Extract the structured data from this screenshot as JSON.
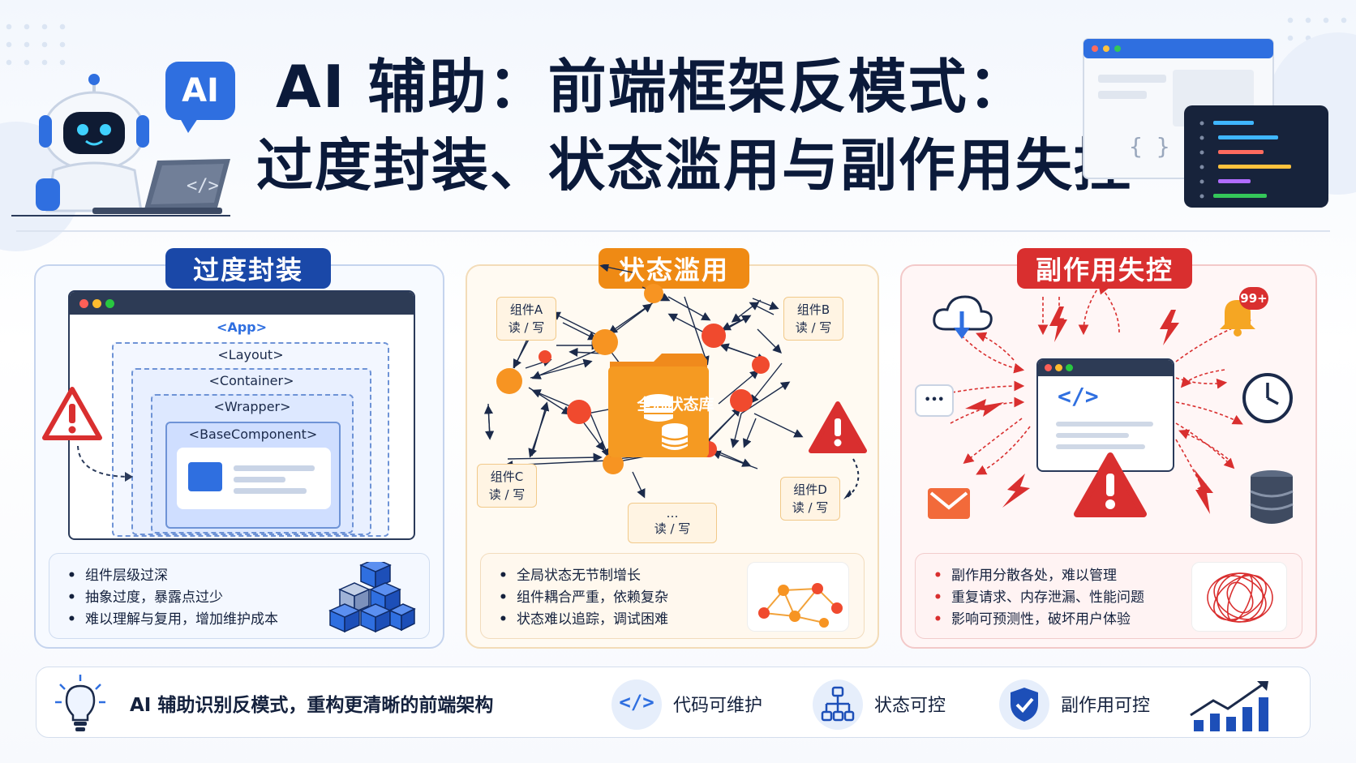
{
  "header": {
    "title_line1": "AI 辅助：前端框架反模式：",
    "title_line2": "过度封装、状态滥用与副作用失控",
    "ai_badge": "AI",
    "code_symbol": "</>",
    "braces": "{ }"
  },
  "panels": [
    {
      "title": "过度封装",
      "nesting": [
        "<App>",
        "<Layout>",
        "<Container>",
        "<Wrapper>",
        "<BaseComponent>"
      ],
      "bullets": [
        "组件层级过深",
        "抽象过度，暴露点过少",
        "难以理解与复用，增加维护成本"
      ]
    },
    {
      "title": "状态滥用",
      "store_label": "全局状态库",
      "components": [
        {
          "name": "组件A",
          "rw": "读 / 写"
        },
        {
          "name": "组件B",
          "rw": "读 / 写"
        },
        {
          "name": "组件C",
          "rw": "读 / 写"
        },
        {
          "name": "组件D",
          "rw": "读 / 写"
        },
        {
          "name": "…",
          "rw": "读 / 写"
        }
      ],
      "bullets": [
        "全局状态无节制增长",
        "组件耦合严重，依赖复杂",
        "状态难以追踪，调试困难"
      ]
    },
    {
      "title": "副作用失控",
      "badge": "99+",
      "chat_dots": "•••",
      "code_symbol": "</>",
      "bullets": [
        "副作用分散各处，难以管理",
        "重复请求、内存泄漏、性能问题",
        "影响可预测性，破坏用户体验"
      ]
    }
  ],
  "footer": {
    "headline": "AI 辅助识别反模式，重构更清晰的前端架构",
    "benefits": [
      "代码可维护",
      "状态可控",
      "副作用可控"
    ],
    "code_symbol": "</>"
  },
  "colors": {
    "navy": "#1a48a8",
    "orange": "#ef8a14",
    "red": "#d92f2f",
    "blue": "#2f6fe0"
  }
}
